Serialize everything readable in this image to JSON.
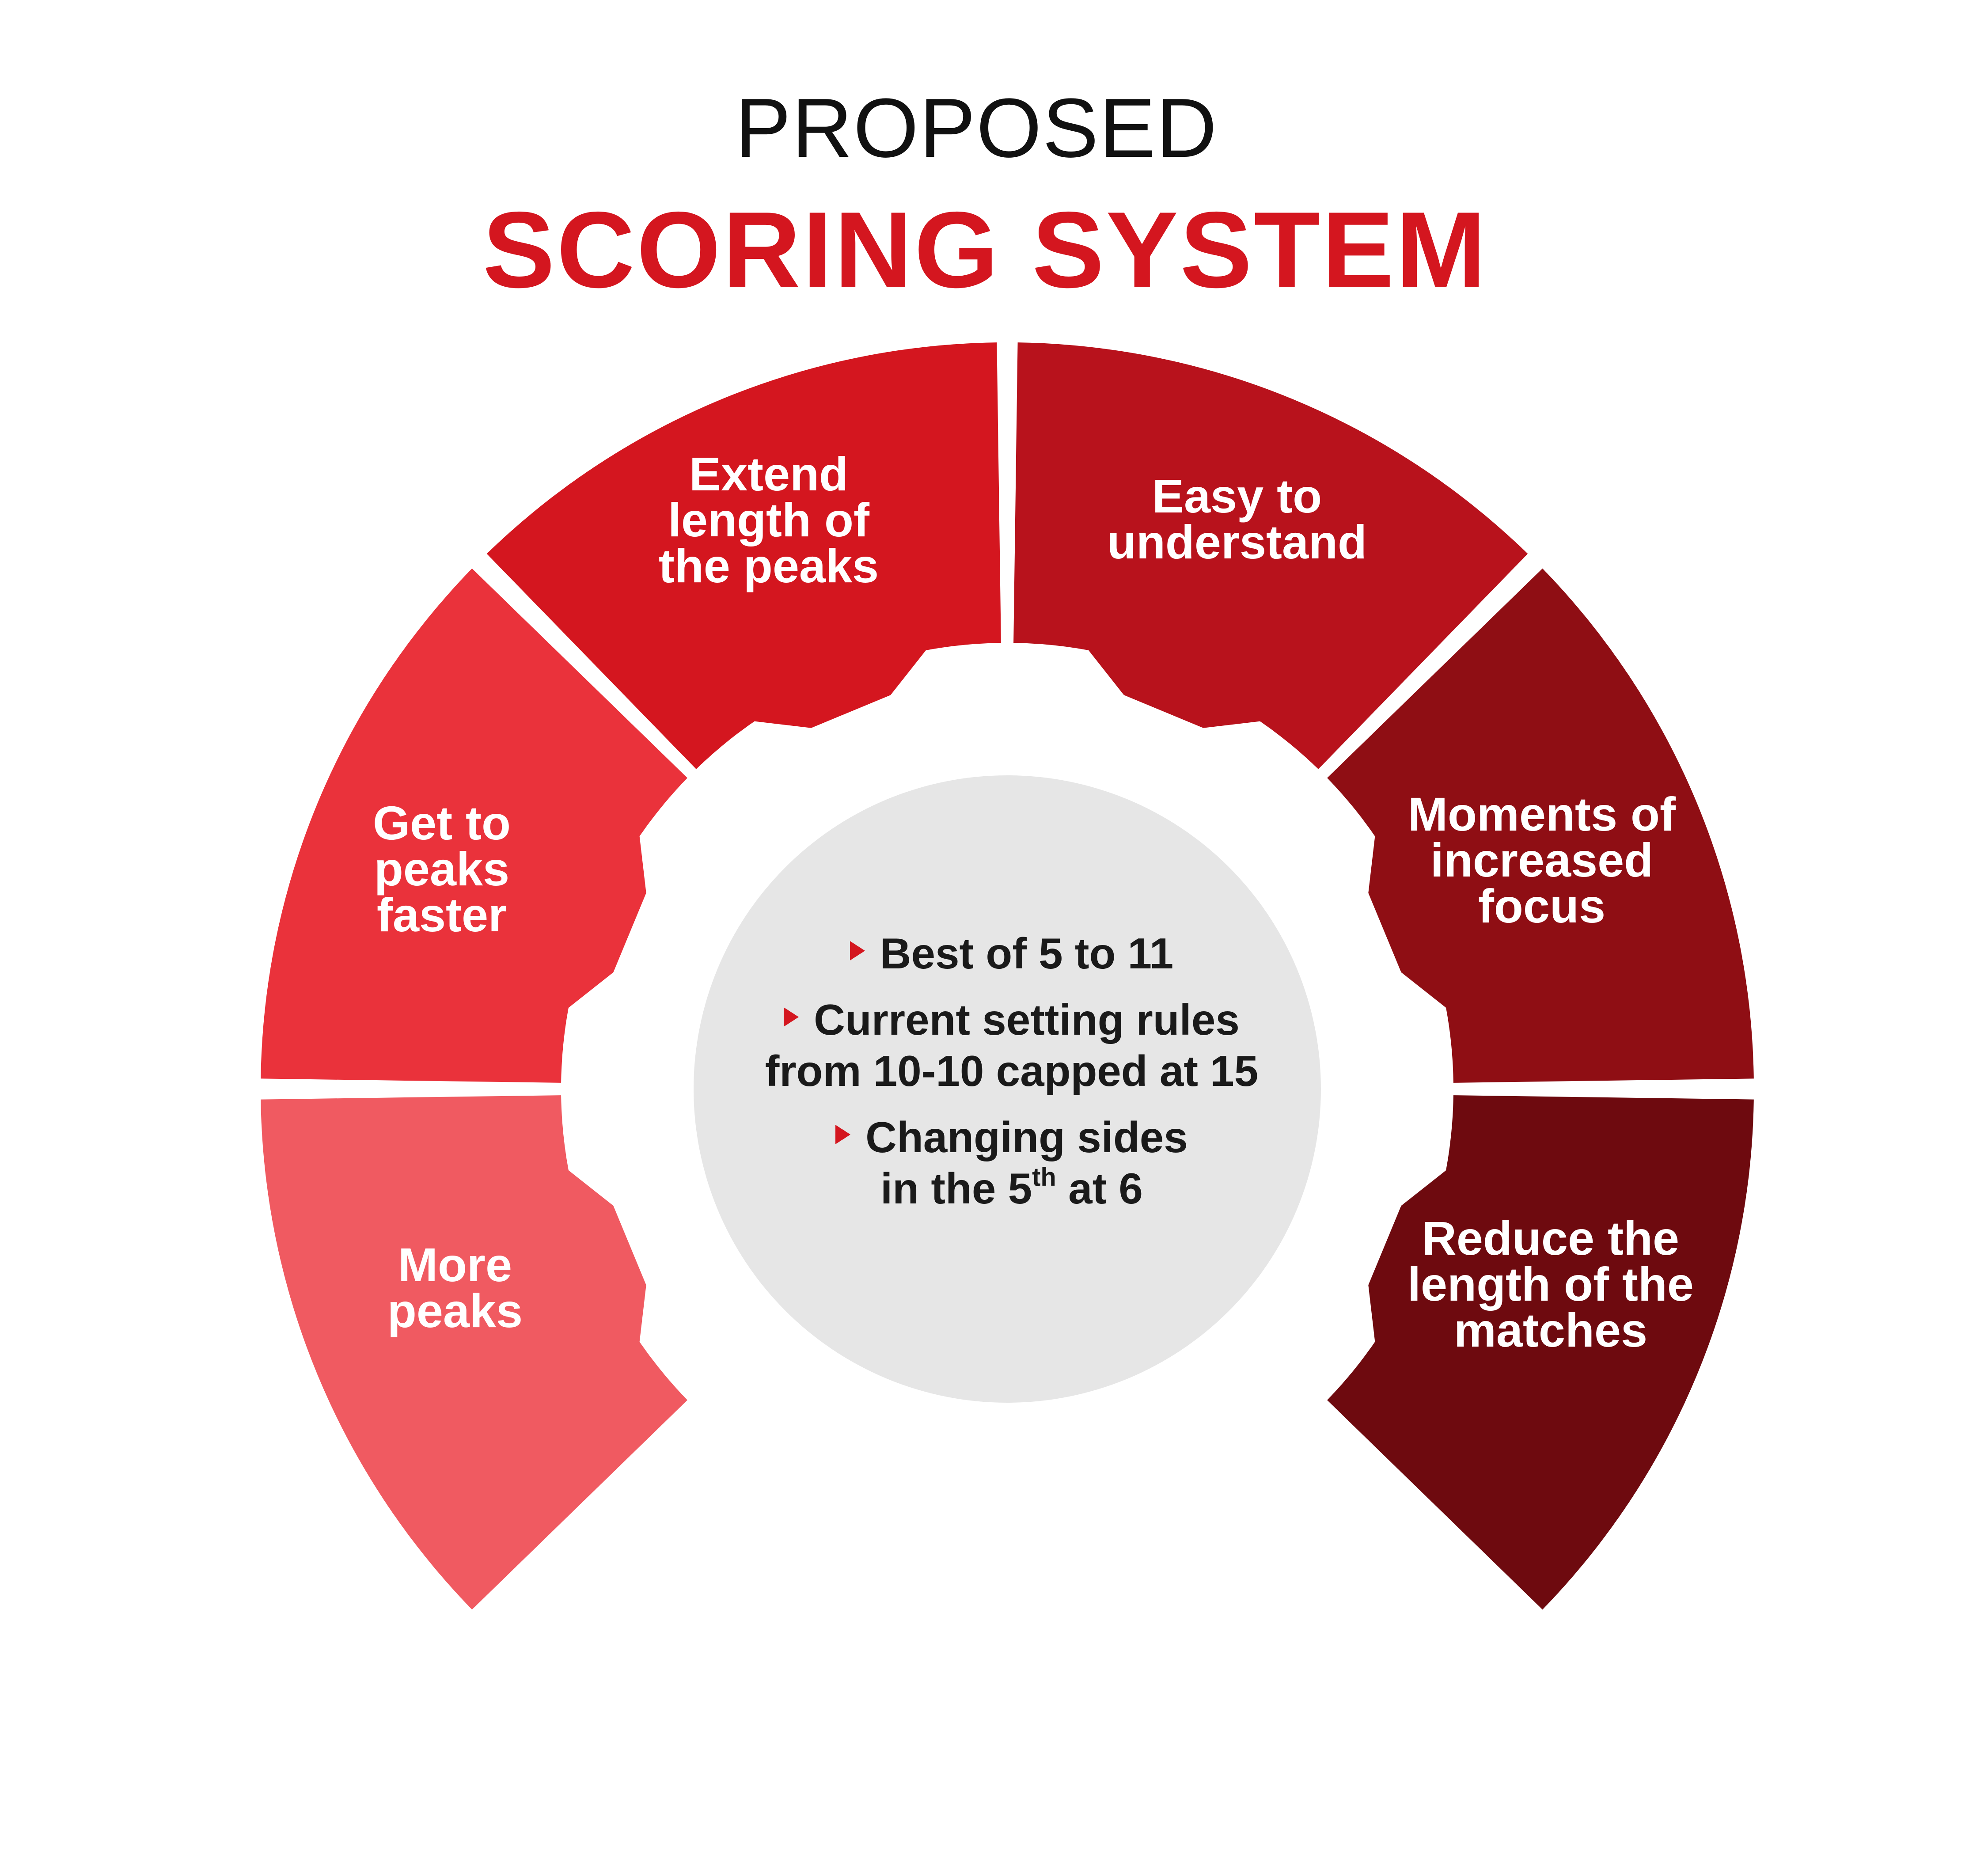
{
  "title": {
    "line1": "PROPOSED",
    "line2": "SCORING SYSTEM"
  },
  "colors": {
    "accent": "#d4161f",
    "center_fill": "#e6e6e6",
    "seg_more_peaks": "#f05a61",
    "seg_get_to_peaks": "#ea323b",
    "seg_extend": "#d4161f",
    "seg_easy": "#b8121c",
    "seg_moments": "#8f0e14",
    "seg_reduce": "#6e0a0f"
  },
  "segments": [
    {
      "id": "more-peaks",
      "lines": [
        "More",
        "peaks"
      ]
    },
    {
      "id": "get-to-peaks",
      "lines": [
        "Get to",
        "peaks",
        "faster"
      ]
    },
    {
      "id": "extend",
      "lines": [
        "Extend",
        "length of",
        "the peaks"
      ]
    },
    {
      "id": "easy",
      "lines": [
        "Easy to",
        "understand"
      ]
    },
    {
      "id": "moments",
      "lines": [
        "Moments of",
        "increased",
        "focus"
      ]
    },
    {
      "id": "reduce",
      "lines": [
        "Reduce the",
        "length of the",
        "matches"
      ]
    }
  ],
  "center": {
    "bullets": [
      {
        "lines": [
          "Best of 5 to 11"
        ]
      },
      {
        "lines": [
          "Current setting rules",
          "from 10-10 capped at 15"
        ]
      },
      {
        "line1": "Changing sides",
        "line2_pre": "in the 5",
        "line2_sup": "th",
        "line2_post": " at 6"
      }
    ]
  }
}
